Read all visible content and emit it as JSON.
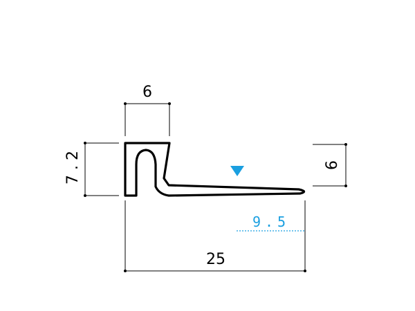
{
  "diagram": {
    "dimensions": {
      "top_width": "6",
      "left_height": "7.2",
      "right_height": "6",
      "total_width": "25",
      "offset": "9.5"
    },
    "colors": {
      "accent": "#1a9fe0",
      "line": "#000000"
    },
    "icons": {
      "marker": "triangle-down-icon"
    }
  }
}
